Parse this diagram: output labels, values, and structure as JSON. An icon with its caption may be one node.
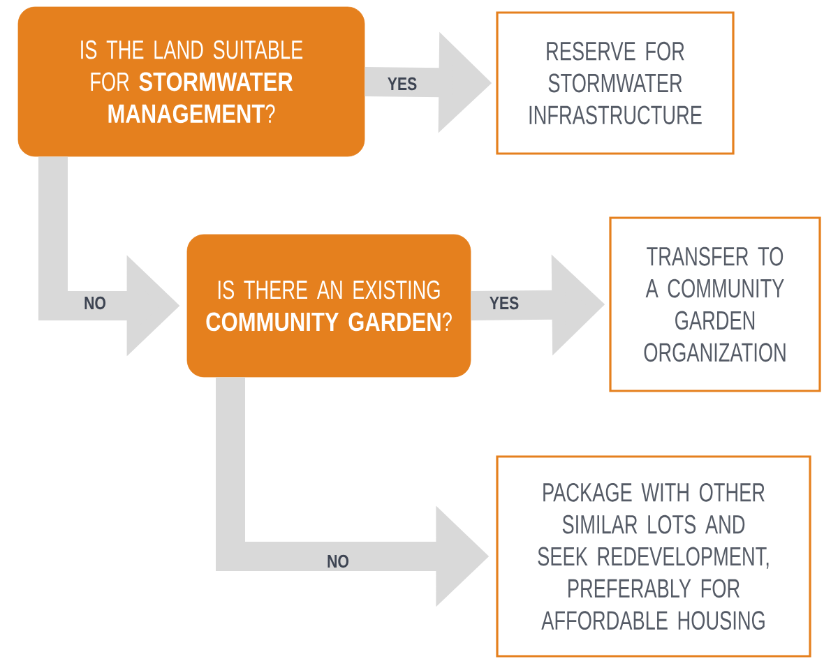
{
  "diagram": {
    "nodes": [
      {
        "text": [
          "IS THE LAND SUITABLE FOR **STORMWATER MANAGEMENT**?"
        ]
      },
      {
        "text": [
          "RESERVE FOR STORMWATER INFRASTRUCTURE"
        ]
      },
      {
        "text": [
          "IS THERE AN EXISTING **COMMUNITY GARDEN**?"
        ]
      },
      {
        "text": [
          "TRANSFER TO A COMMUNITY GARDEN ORGANIZATION"
        ]
      },
      {
        "text": [
          "PACKAGE WITH OTHER SIMILAR LOTS AND SEEK REDEVELOPMENT, PREFERABLY FOR AFFORDABLE HOUSING"
        ]
      }
    ],
    "edges": [
      {
        "from": 0,
        "to": 1,
        "arrow": "to",
        "label": "YES"
      },
      {
        "from": 0,
        "to": 2,
        "arrow": "to",
        "label": "NO"
      },
      {
        "from": 2,
        "to": 3,
        "arrow": "to",
        "label": "YES"
      },
      {
        "from": 2,
        "to": 4,
        "arrow": "to",
        "label": "NO"
      }
    ]
  }
}
